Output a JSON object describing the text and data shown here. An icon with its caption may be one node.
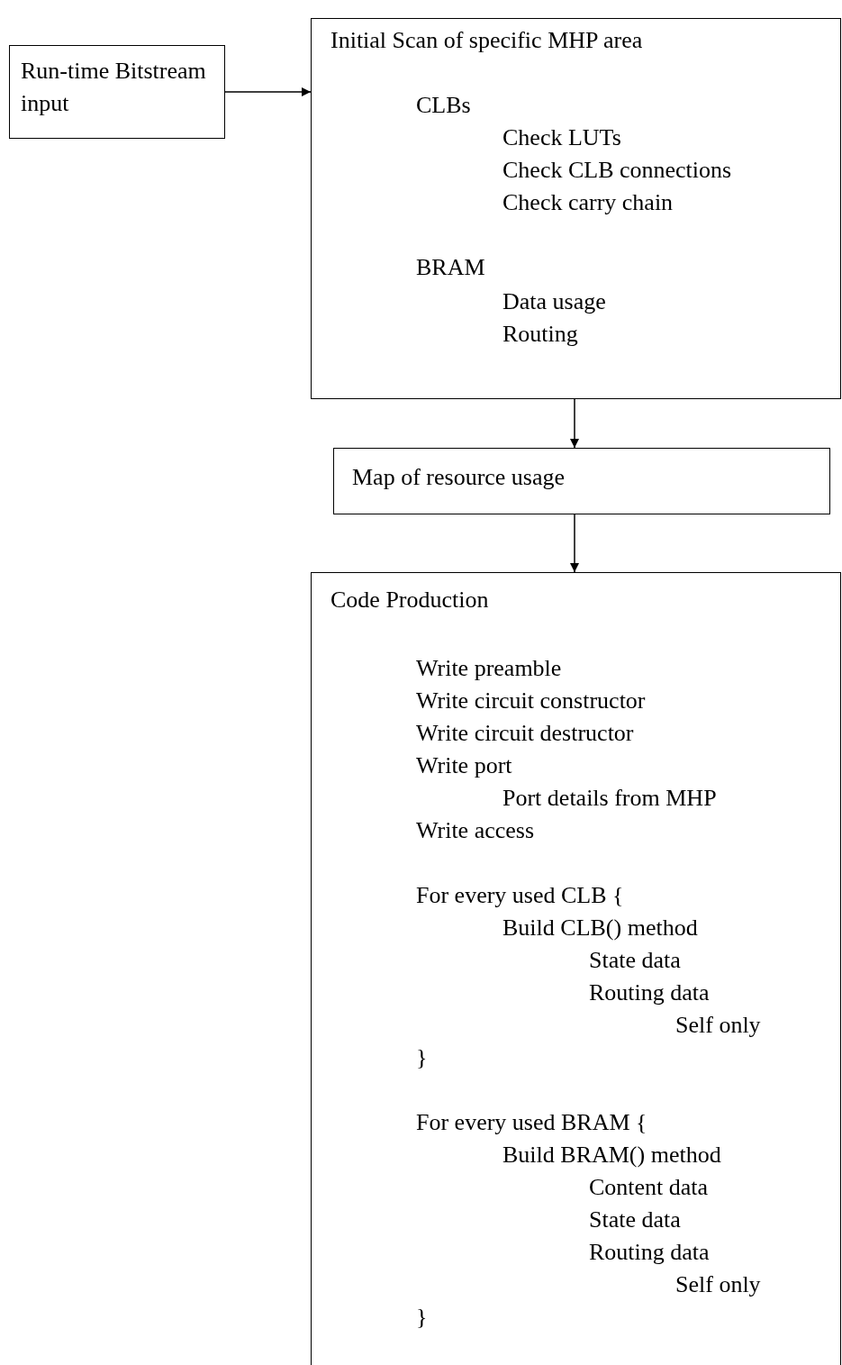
{
  "diagram": {
    "nodes": [
      {
        "text": [
          "Run-time Bitstream input"
        ]
      },
      {
        "text": [
          "Initial Scan of specific MHP area",
          "CLBs",
          "Check LUTs",
          "Check CLB connections",
          "Check carry chain",
          "BRAM",
          "Data usage",
          "Routing"
        ]
      },
      {
        "text": [
          "Map of resource usage"
        ]
      },
      {
        "text": [
          "Code Production",
          "Write preamble",
          "Write circuit constructor",
          "Write circuit destructor",
          "Write port",
          "Port details from MHP",
          "Write access",
          "For every used CLB {",
          "Build CLB() method",
          "State data",
          "Routing data",
          "Self only",
          "}",
          "For every used BRAM {",
          "Build BRAM() method",
          "Content data",
          "State data",
          "Routing data",
          "Self only",
          "}"
        ]
      }
    ],
    "edges": [
      {
        "from": 0,
        "to": 1,
        "arrow": "to"
      },
      {
        "from": 1,
        "to": 2,
        "arrow": "to"
      },
      {
        "from": 2,
        "to": 3,
        "arrow": "to"
      }
    ]
  }
}
